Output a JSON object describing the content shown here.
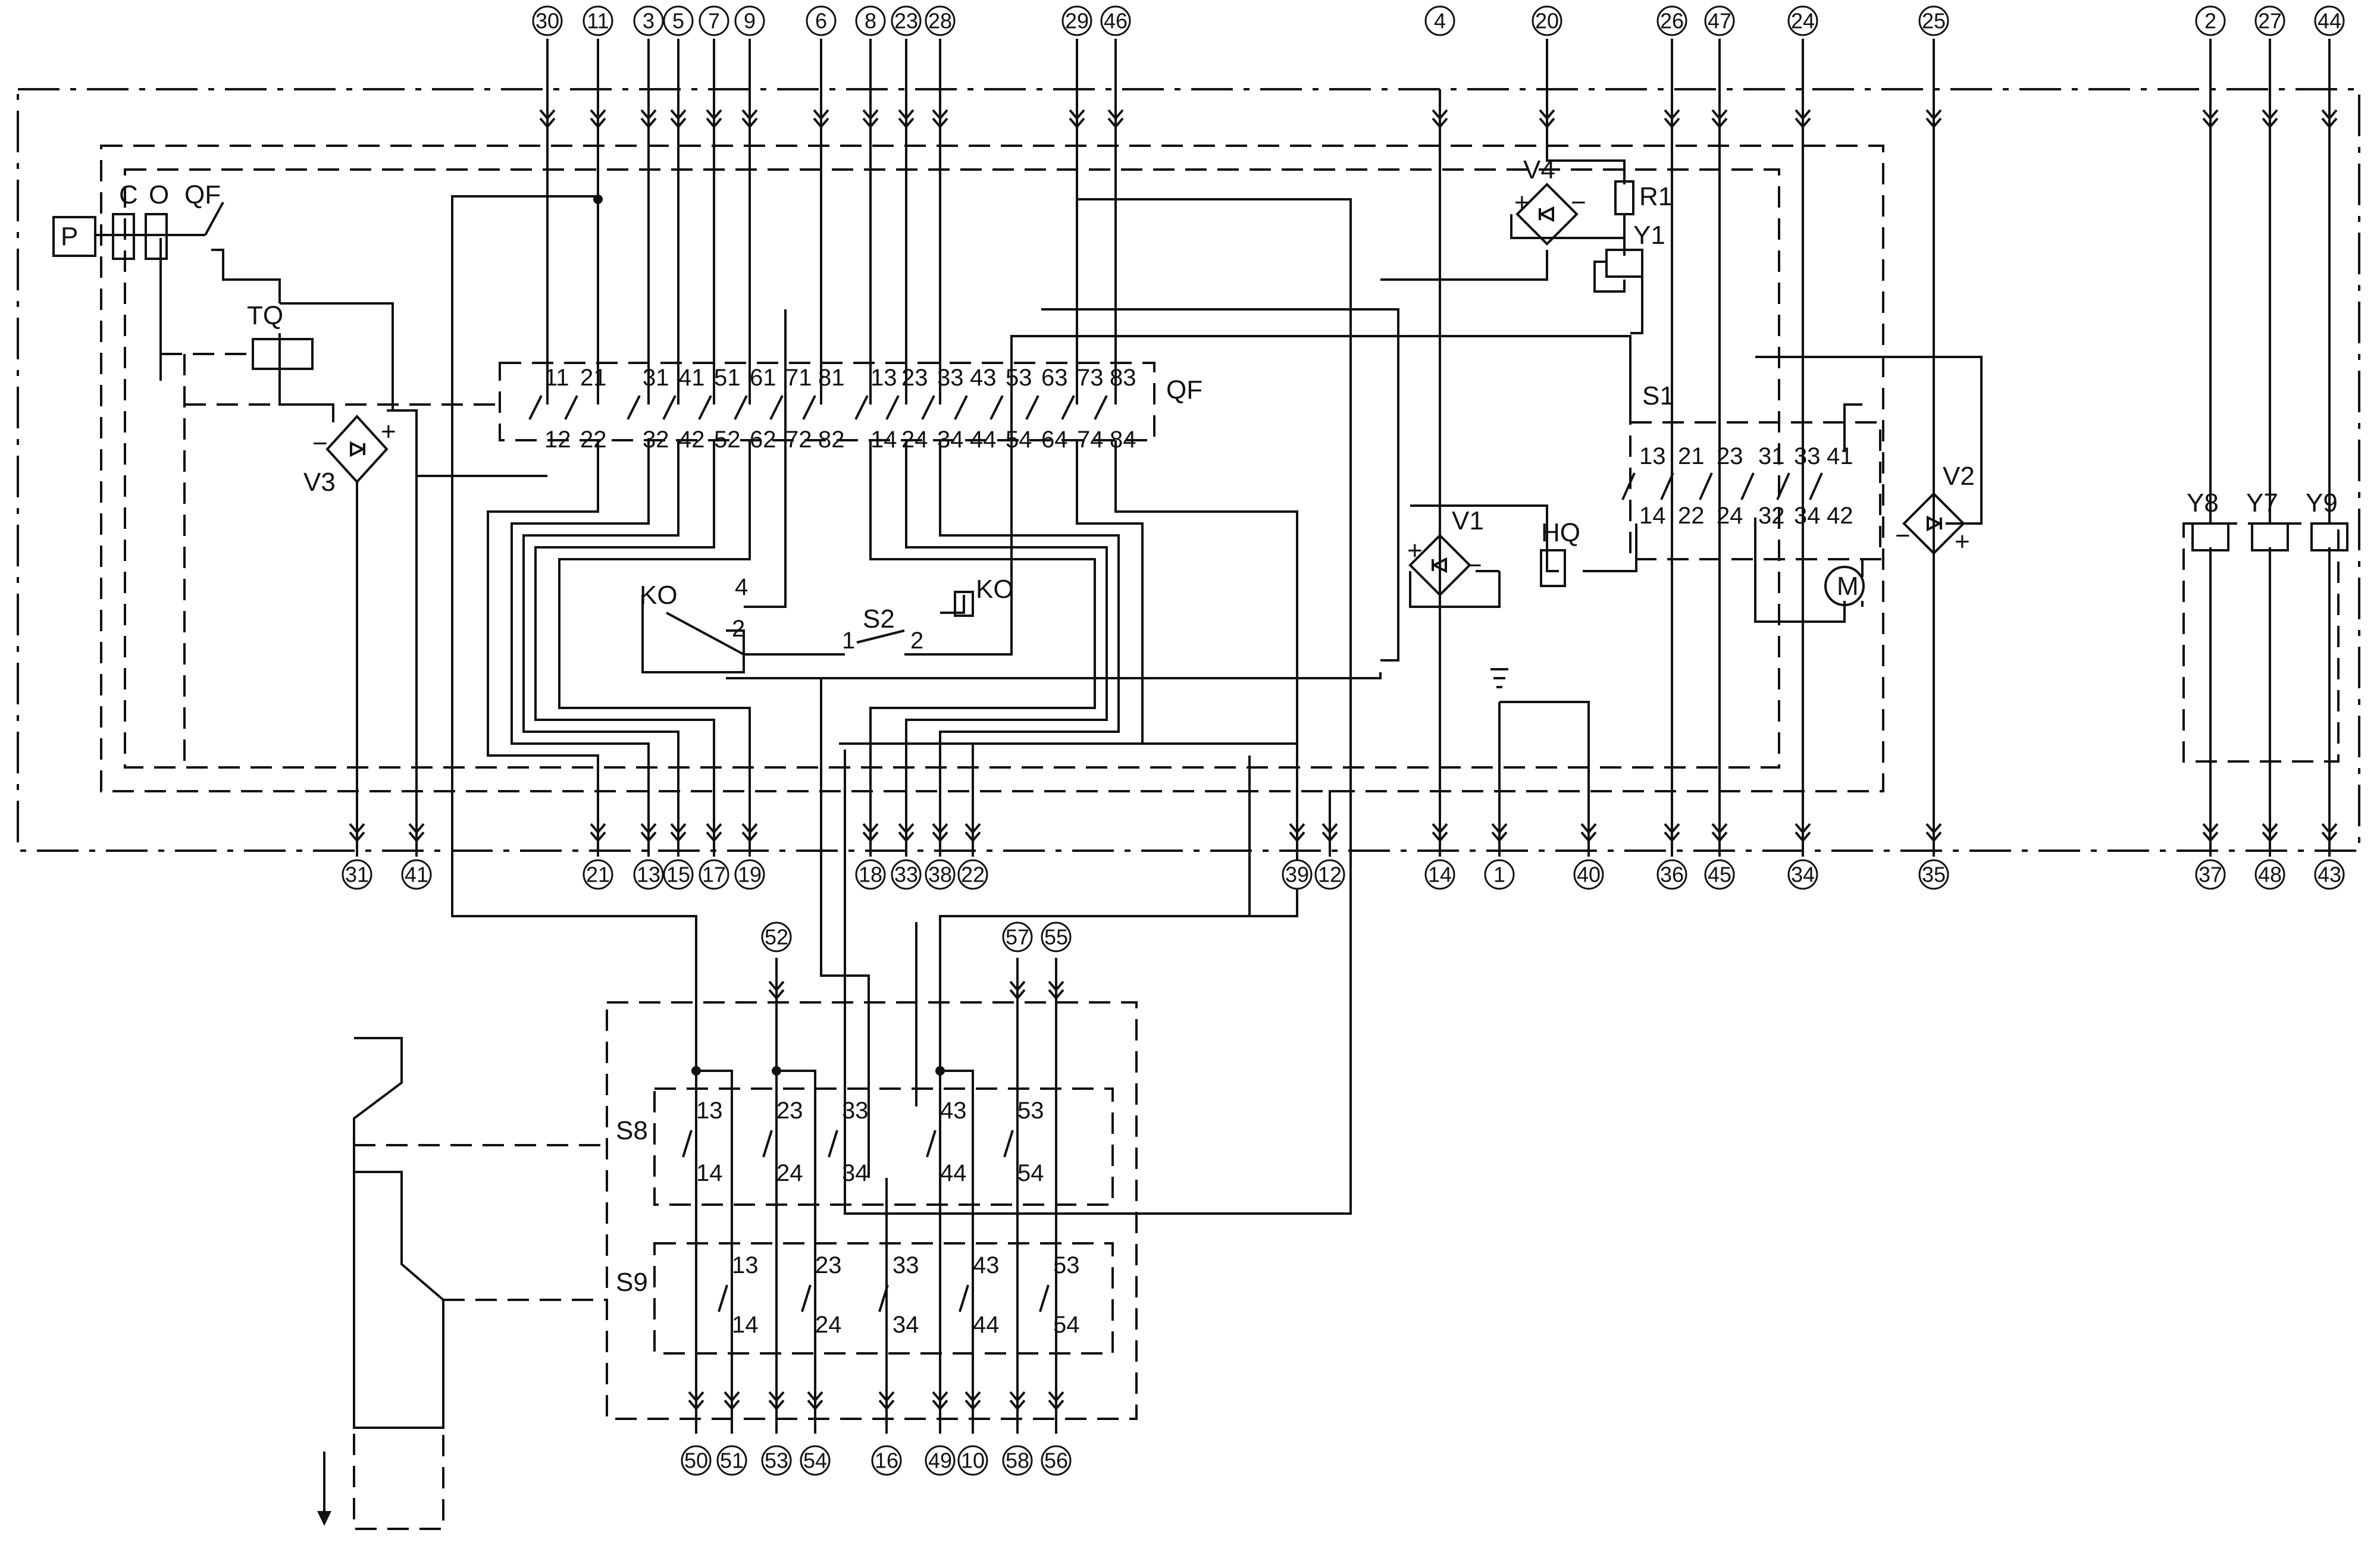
{
  "diagram": {
    "top_terminals": [
      "30",
      "11",
      "3",
      "5",
      "7",
      "9",
      "6",
      "8",
      "23",
      "28",
      "29",
      "46",
      "4",
      "20",
      "26",
      "47",
      "24",
      "25",
      "2",
      "27",
      "44"
    ],
    "bottom_terminals": [
      "31",
      "41",
      "21",
      "13",
      "15",
      "17",
      "19",
      "18",
      "33",
      "38",
      "22",
      "39",
      "12",
      "14",
      "1",
      "40",
      "36",
      "45",
      "34",
      "35",
      "37",
      "48",
      "43"
    ],
    "lower_top_terminals": [
      "52",
      "57",
      "55"
    ],
    "lower_bottom_terminals": [
      "50",
      "51",
      "53",
      "54",
      "16",
      "49",
      "10",
      "58",
      "56"
    ],
    "components": {
      "p": "P",
      "c": "C",
      "o": "O",
      "qf_breaker": "QF",
      "tq": "TQ",
      "v3": "V3",
      "qf": "QF",
      "qf_top_contacts": [
        "11",
        "21",
        "31",
        "41",
        "51",
        "61",
        "71",
        "81",
        "13",
        "23",
        "33",
        "43",
        "53",
        "63",
        "73",
        "83"
      ],
      "qf_bottom_contacts": [
        "12",
        "22",
        "32",
        "42",
        "52",
        "62",
        "72",
        "82",
        "14",
        "24",
        "34",
        "44",
        "54",
        "64",
        "74",
        "84"
      ],
      "ko_left": "KO",
      "ko_right": "KO",
      "s2": "S2",
      "s2_pin1": "1",
      "s2_pin2": "2",
      "ko_pin4": "4",
      "ko_pin2": "2",
      "v4": "V4",
      "r1": "R1",
      "y1": "Y1",
      "s1": "S1",
      "s1_top_contacts": [
        "13",
        "21",
        "23",
        "31",
        "33",
        "41"
      ],
      "s1_bottom_contacts": [
        "14",
        "22",
        "24",
        "32",
        "34",
        "42"
      ],
      "v1": "V1",
      "hq": "HQ",
      "v2": "V2",
      "m": "M",
      "y8": "Y8",
      "y7": "Y7",
      "y9": "Y9",
      "s8": "S8",
      "s9": "S9",
      "s8_top_contacts": [
        "13",
        "23",
        "33",
        "43",
        "53"
      ],
      "s8_bottom_contacts": [
        "14",
        "24",
        "34",
        "44",
        "54"
      ],
      "s9_top_contacts": [
        "13",
        "23",
        "33",
        "43",
        "53"
      ],
      "s9_bottom_contacts": [
        "14",
        "24",
        "34",
        "44",
        "54"
      ]
    },
    "polarity": {
      "plus": "+",
      "minus": "−"
    }
  }
}
